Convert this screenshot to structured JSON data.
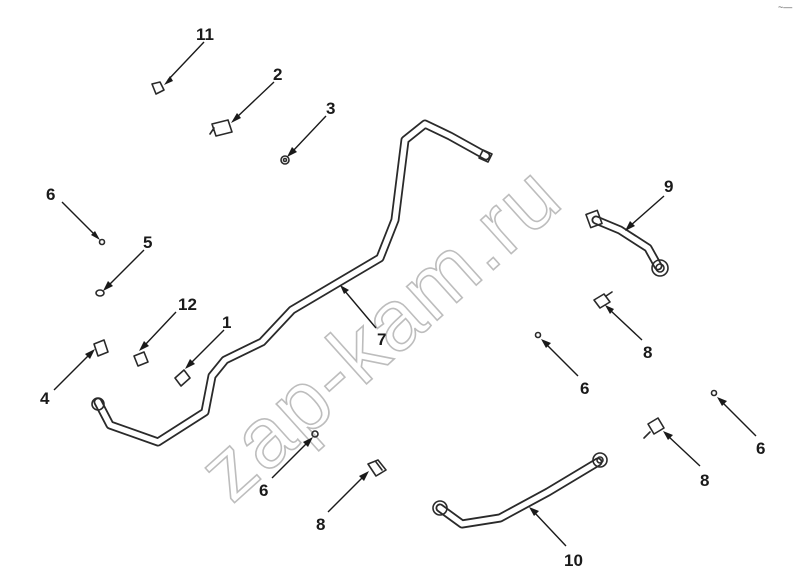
{
  "watermark": "zap-kam.ru",
  "corner_mark": "~—",
  "callouts": [
    {
      "id": "c11",
      "label": "11"
    },
    {
      "id": "c2",
      "label": "2"
    },
    {
      "id": "c3",
      "label": "3"
    },
    {
      "id": "c6a",
      "label": "6"
    },
    {
      "id": "c5",
      "label": "5"
    },
    {
      "id": "c12",
      "label": "12"
    },
    {
      "id": "c1",
      "label": "1"
    },
    {
      "id": "c4",
      "label": "4"
    },
    {
      "id": "c7",
      "label": "7"
    },
    {
      "id": "c6b",
      "label": "6"
    },
    {
      "id": "c8a",
      "label": "8"
    },
    {
      "id": "c9",
      "label": "9"
    },
    {
      "id": "c8b",
      "label": "8"
    },
    {
      "id": "c6c",
      "label": "6"
    },
    {
      "id": "c8c",
      "label": "8"
    },
    {
      "id": "c6d",
      "label": "6"
    },
    {
      "id": "c10",
      "label": "10"
    }
  ]
}
